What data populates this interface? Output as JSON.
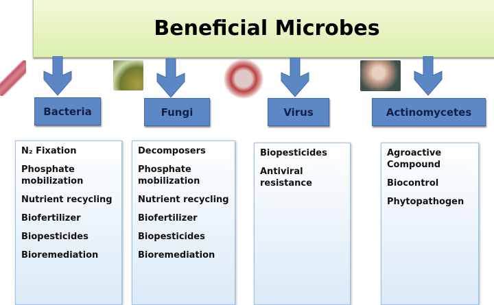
{
  "title": "Beneficial Microbes",
  "categories": [
    {
      "name": "Bacteria",
      "items": [
        "N₂ Fixation",
        "Phosphate mobilization",
        "Nutrient recycling",
        "Biofertilizer",
        "Biopesticides",
        "Bioremediation"
      ]
    },
    {
      "name": "Fungi",
      "items": [
        "Decomposers",
        "Phosphate mobilization",
        "Nutrient recycling",
        "Biofertilizer",
        "Biopesticides",
        "Bioremediation"
      ]
    },
    {
      "name": "Virus",
      "items": [
        "Biopesticides",
        "Antiviral resistance"
      ]
    },
    {
      "name": "Actinomycetes",
      "items": [
        "Agroactive Compound",
        "Biocontrol",
        "Phytopathogen"
      ]
    }
  ],
  "colors": {
    "title_bg": "#e6f4c4",
    "category_bg": "#5d88c6",
    "arrow": "#5b87c5"
  }
}
